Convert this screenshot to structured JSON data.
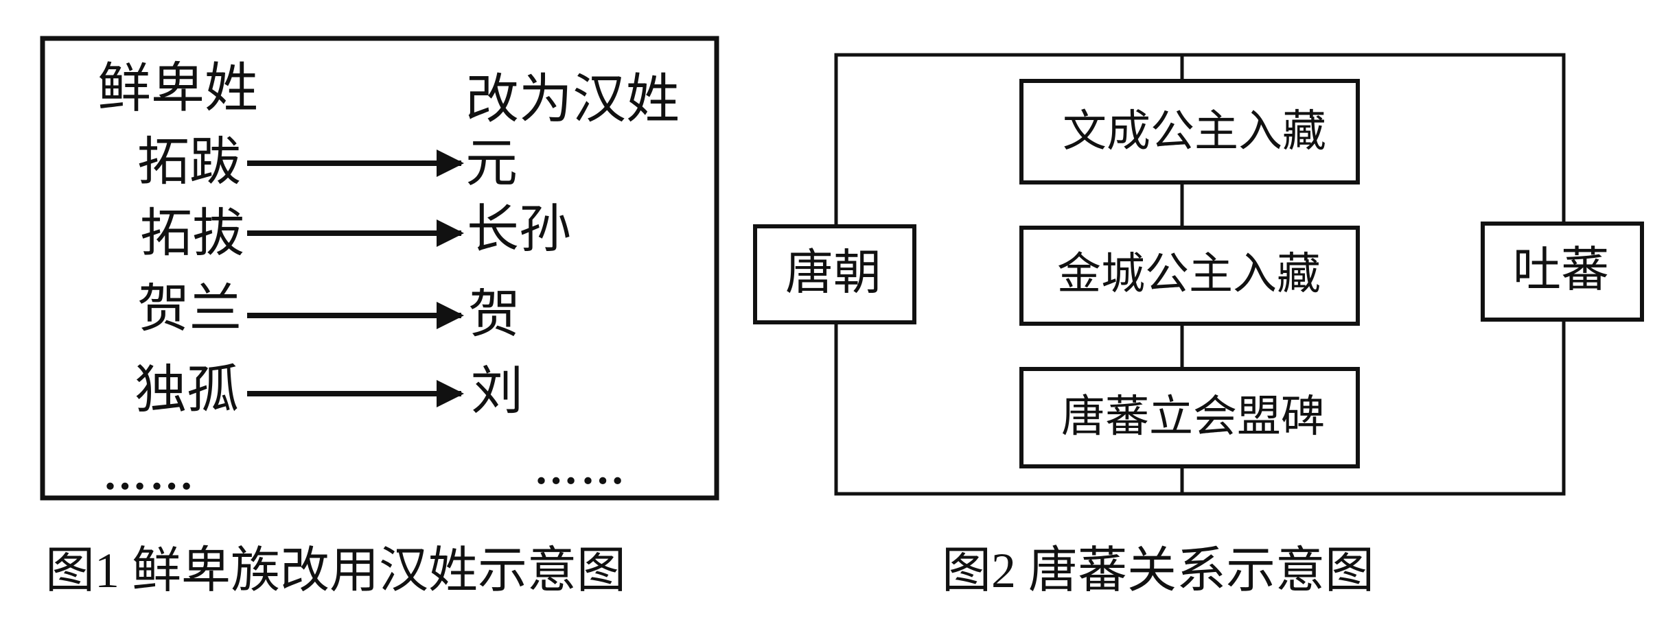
{
  "figure1": {
    "col_left_header": "鲜卑姓",
    "col_right_header": "改为汉姓",
    "rows": [
      {
        "from": "拓跋",
        "to": "元"
      },
      {
        "from": "拓拔",
        "to": "长孙"
      },
      {
        "from": "贺兰",
        "to": "贺"
      },
      {
        "from": "独孤",
        "to": "刘"
      }
    ],
    "ellipsis_left": "……",
    "ellipsis_right": "……",
    "caption": "图1 鲜卑族改用汉姓示意图"
  },
  "figure2": {
    "left_node": "唐朝",
    "right_node": "吐蕃",
    "events": [
      "文成公主入藏",
      "金城公主入藏",
      "唐蕃立会盟碑"
    ],
    "caption": "图2  唐蕃关系示意图"
  }
}
